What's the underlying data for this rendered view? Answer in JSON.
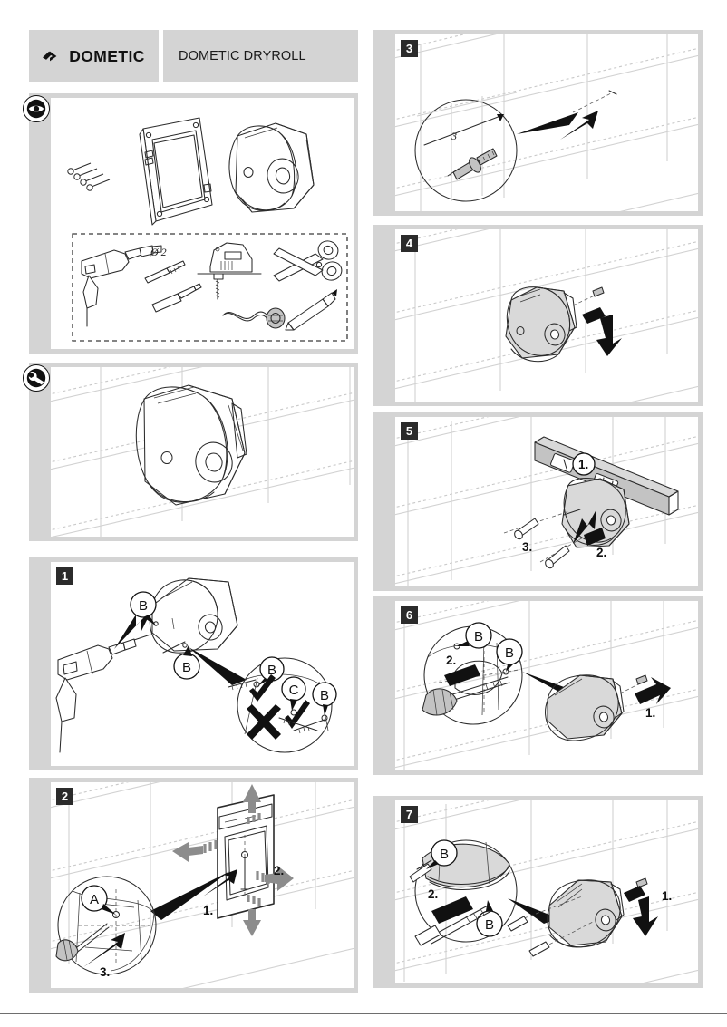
{
  "document": {
    "brand": "DOMETIC",
    "product_title": "DOMETIC DRYROLL",
    "logo_icon": "dometic-chevrons-logo"
  },
  "sections": [
    {
      "id": "scope-of-delivery",
      "icon": "eye-icon",
      "icon_meaning": "scope of delivery / overview",
      "contents": {
        "parts": [
          "mounting-frame",
          "dispenser-body",
          "screws-set"
        ],
        "tools_box": {
          "tools": [
            {
              "name": "drill",
              "label": ""
            },
            {
              "name": "drill-bit",
              "label": "Ø 2"
            },
            {
              "name": "jigsaw",
              "label": ""
            },
            {
              "name": "scissors",
              "label": ""
            },
            {
              "name": "screwdriver",
              "label": ""
            },
            {
              "name": "sealing-tape",
              "label": ""
            },
            {
              "name": "pencil",
              "label": ""
            }
          ]
        }
      }
    },
    {
      "id": "installation",
      "icon": "wrench-icon",
      "icon_meaning": "installation / mounting"
    }
  ],
  "steps": [
    {
      "number": "",
      "panel": "overview-mounted",
      "callouts": [],
      "order_labels": [],
      "description_icons": []
    },
    {
      "number": "1",
      "panel": "drill-pilot-holes",
      "callouts": [
        "B",
        "B"
      ],
      "detail_circle": {
        "callouts": [
          "B",
          "C",
          "B"
        ],
        "marks": [
          "check",
          "check",
          "cross"
        ]
      },
      "order_labels": []
    },
    {
      "number": "2",
      "panel": "remove-cover-plate",
      "callouts": [
        "A"
      ],
      "order_labels": [
        "1.",
        "2.",
        "3."
      ]
    },
    {
      "number": "3",
      "panel": "insert-wall-anchor",
      "callouts": [],
      "dimension_labels": [
        "3"
      ],
      "order_labels": []
    },
    {
      "number": "4",
      "panel": "position-dispenser",
      "callouts": [],
      "order_labels": []
    },
    {
      "number": "5",
      "panel": "align-with-spirit-level",
      "callouts": [],
      "order_labels": [
        "1.",
        "2.",
        "3."
      ]
    },
    {
      "number": "6",
      "panel": "fix-lower-screws",
      "callouts": [
        "B",
        "B"
      ],
      "order_labels": [
        "1.",
        "2."
      ]
    },
    {
      "number": "7",
      "panel": "fix-upper-screws",
      "callouts": [
        "B",
        "B"
      ],
      "order_labels": [
        "1.",
        "2."
      ]
    }
  ],
  "colors": {
    "panel_background": "#d4d4d4",
    "content_background": "#ffffff",
    "badge_background": "#2b2b2b",
    "badge_text": "#ffffff",
    "line": "#2b2b2b",
    "tile_line": "#d2d2d2"
  }
}
